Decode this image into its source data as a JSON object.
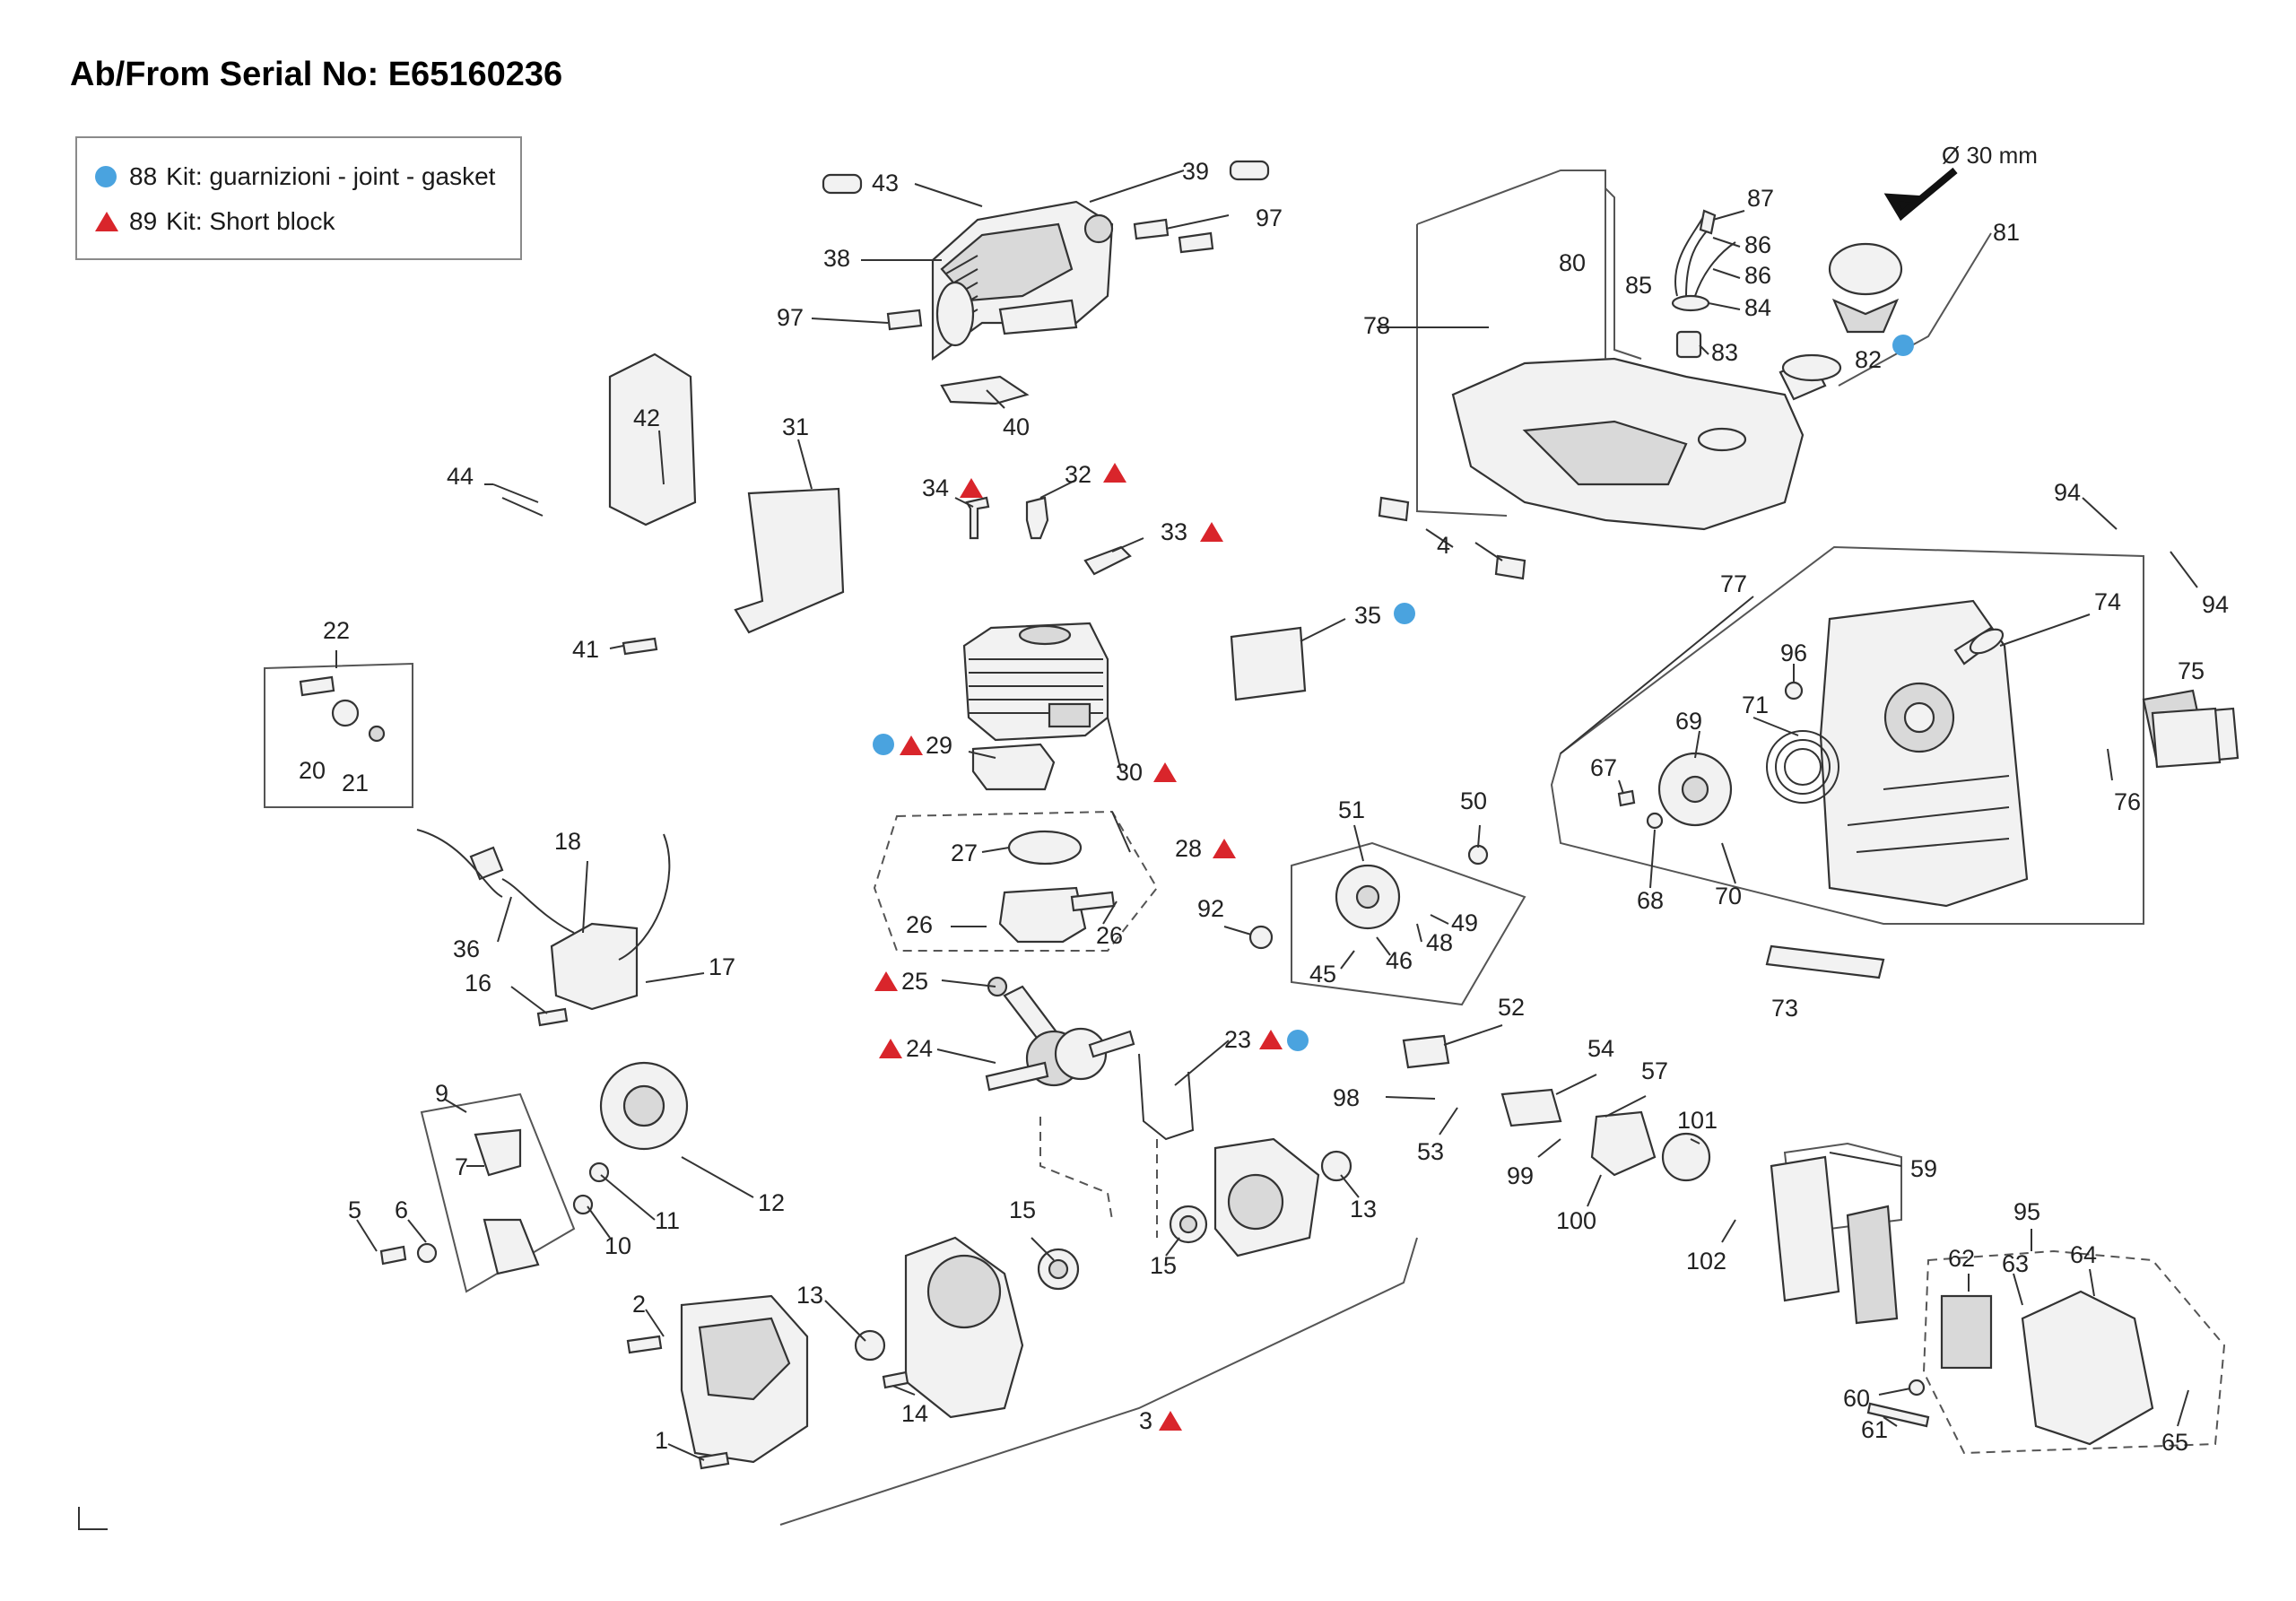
{
  "header": {
    "text": "Ab/From Serial No: E65160236"
  },
  "legend": [
    {
      "symbol": "circle",
      "code": "88",
      "text": "Kit: guarnizioni - joint - gasket"
    },
    {
      "symbol": "triangle",
      "code": "89",
      "text": "Kit: Short block"
    }
  ],
  "colors": {
    "gasket_kit": "#4aa3df",
    "short_block_kit": "#d9252b"
  },
  "annotations": {
    "filler_cap_size": "Ø 30 mm"
  },
  "callouts": [
    {
      "id": "43",
      "marks": []
    },
    {
      "id": "39",
      "marks": []
    },
    {
      "id": "97",
      "marks": []
    },
    {
      "id": "38",
      "marks": []
    },
    {
      "id": "97b",
      "label": "97",
      "marks": []
    },
    {
      "id": "40",
      "marks": []
    },
    {
      "id": "42",
      "marks": []
    },
    {
      "id": "31",
      "marks": []
    },
    {
      "id": "44",
      "marks": []
    },
    {
      "id": "41",
      "marks": []
    },
    {
      "id": "34",
      "marks": [
        "triangle"
      ]
    },
    {
      "id": "32",
      "marks": [
        "triangle"
      ]
    },
    {
      "id": "33",
      "marks": [
        "triangle"
      ]
    },
    {
      "id": "35",
      "marks": [
        "circle"
      ]
    },
    {
      "id": "29",
      "marks": [
        "circle",
        "triangle"
      ]
    },
    {
      "id": "30",
      "marks": [
        "triangle"
      ]
    },
    {
      "id": "28",
      "marks": [
        "triangle"
      ]
    },
    {
      "id": "27",
      "marks": []
    },
    {
      "id": "26",
      "marks": []
    },
    {
      "id": "26b",
      "label": "26",
      "marks": []
    },
    {
      "id": "25",
      "marks": [
        "triangle"
      ]
    },
    {
      "id": "24",
      "marks": [
        "triangle"
      ]
    },
    {
      "id": "23",
      "marks": [
        "triangle",
        "circle"
      ]
    },
    {
      "id": "22",
      "marks": []
    },
    {
      "id": "20",
      "marks": []
    },
    {
      "id": "21",
      "marks": []
    },
    {
      "id": "18",
      "marks": []
    },
    {
      "id": "36",
      "marks": []
    },
    {
      "id": "16",
      "marks": []
    },
    {
      "id": "17",
      "marks": []
    },
    {
      "id": "9",
      "marks": []
    },
    {
      "id": "7",
      "marks": []
    },
    {
      "id": "5",
      "marks": []
    },
    {
      "id": "6",
      "marks": []
    },
    {
      "id": "11",
      "marks": []
    },
    {
      "id": "10",
      "marks": []
    },
    {
      "id": "12",
      "marks": []
    },
    {
      "id": "2",
      "marks": []
    },
    {
      "id": "1",
      "marks": []
    },
    {
      "id": "13",
      "marks": []
    },
    {
      "id": "14",
      "marks": []
    },
    {
      "id": "15",
      "marks": []
    },
    {
      "id": "15b",
      "label": "15",
      "marks": []
    },
    {
      "id": "13b",
      "label": "13",
      "marks": []
    },
    {
      "id": "3",
      "marks": [
        "triangle"
      ]
    },
    {
      "id": "87",
      "marks": []
    },
    {
      "id": "80",
      "marks": []
    },
    {
      "id": "86",
      "marks": []
    },
    {
      "id": "86b",
      "label": "86",
      "marks": []
    },
    {
      "id": "85",
      "marks": []
    },
    {
      "id": "84",
      "marks": []
    },
    {
      "id": "83",
      "marks": []
    },
    {
      "id": "81",
      "marks": []
    },
    {
      "id": "82",
      "marks": [
        "circle"
      ]
    },
    {
      "id": "78",
      "marks": []
    },
    {
      "id": "4",
      "marks": []
    },
    {
      "id": "94",
      "marks": []
    },
    {
      "id": "94b",
      "label": "94",
      "marks": []
    },
    {
      "id": "77",
      "marks": []
    },
    {
      "id": "74",
      "marks": []
    },
    {
      "id": "96",
      "marks": []
    },
    {
      "id": "75",
      "marks": []
    },
    {
      "id": "69",
      "marks": []
    },
    {
      "id": "71",
      "marks": []
    },
    {
      "id": "67",
      "marks": []
    },
    {
      "id": "76",
      "marks": []
    },
    {
      "id": "68",
      "marks": []
    },
    {
      "id": "70",
      "marks": []
    },
    {
      "id": "73",
      "marks": []
    },
    {
      "id": "51",
      "marks": []
    },
    {
      "id": "50",
      "marks": []
    },
    {
      "id": "92",
      "marks": []
    },
    {
      "id": "49",
      "marks": []
    },
    {
      "id": "48",
      "marks": []
    },
    {
      "id": "46",
      "marks": []
    },
    {
      "id": "45",
      "marks": []
    },
    {
      "id": "52",
      "marks": []
    },
    {
      "id": "54",
      "marks": []
    },
    {
      "id": "57",
      "marks": []
    },
    {
      "id": "98",
      "marks": []
    },
    {
      "id": "53",
      "marks": []
    },
    {
      "id": "101",
      "marks": []
    },
    {
      "id": "99",
      "marks": []
    },
    {
      "id": "100",
      "marks": []
    },
    {
      "id": "59",
      "marks": []
    },
    {
      "id": "102",
      "marks": []
    },
    {
      "id": "95",
      "marks": []
    },
    {
      "id": "62",
      "marks": []
    },
    {
      "id": "63",
      "marks": []
    },
    {
      "id": "64",
      "marks": []
    },
    {
      "id": "60",
      "marks": []
    },
    {
      "id": "61",
      "marks": []
    },
    {
      "id": "65",
      "marks": []
    }
  ]
}
